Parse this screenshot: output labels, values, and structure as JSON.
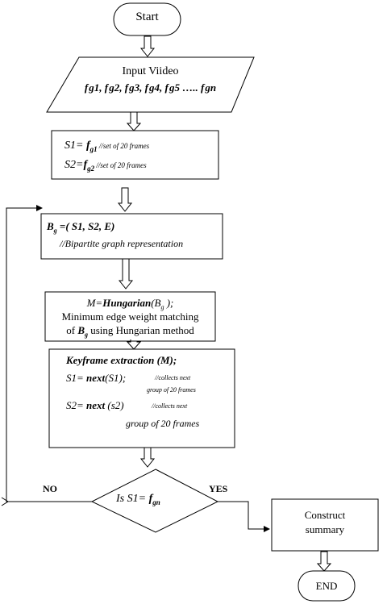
{
  "start": {
    "label": "Start"
  },
  "input": {
    "line1": "Input Viideo",
    "line2": "f g1, f g2, f g3, f g4, f g5 ….. f gn"
  },
  "sets": {
    "s1_lhs": "S1= ",
    "s1_f": "f",
    "s1_sub": "g1",
    "s1_note": " //set of 20 frames",
    "s2_lhs": "S2=",
    "s2_f": "f",
    "s2_sub": "g2",
    "s2_note": " //set of 20 frames"
  },
  "bipartite": {
    "lhs": "B",
    "lhs_sub": "g",
    "rhs": " =( S1, S2, E)",
    "note": "//Bipartite graph representation"
  },
  "hungarian": {
    "m": "M=",
    "fn": "Hungarian",
    "arg": "(B",
    "arg_sub": "g",
    "arg_end": " );",
    "line2": "Minimum edge weight  matching",
    "line3_a": "of  ",
    "line3_b": "B",
    "line3_sub": "g",
    "line3_c": " using Hungarian method"
  },
  "keyframe": {
    "title": "Keyframe extraction (M);",
    "s1_a": "S1= ",
    "s1_next": "next",
    "s1_b": "(S1);",
    "s1_note": "//collects next",
    "s1_note2": "group of 20 frames",
    "s2_a": "S2= ",
    "s2_next": "next",
    "s2_b": " (s2)",
    "s2_note": "//collects next",
    "s2_note2": "group of 20 frames"
  },
  "decision": {
    "a": "Is  S1= ",
    "f": "f",
    "sub": "gn"
  },
  "branches": {
    "no": "NO",
    "yes": "YES"
  },
  "summary": {
    "line1": "Construct",
    "line2": "summary"
  },
  "end": {
    "label": "END"
  }
}
